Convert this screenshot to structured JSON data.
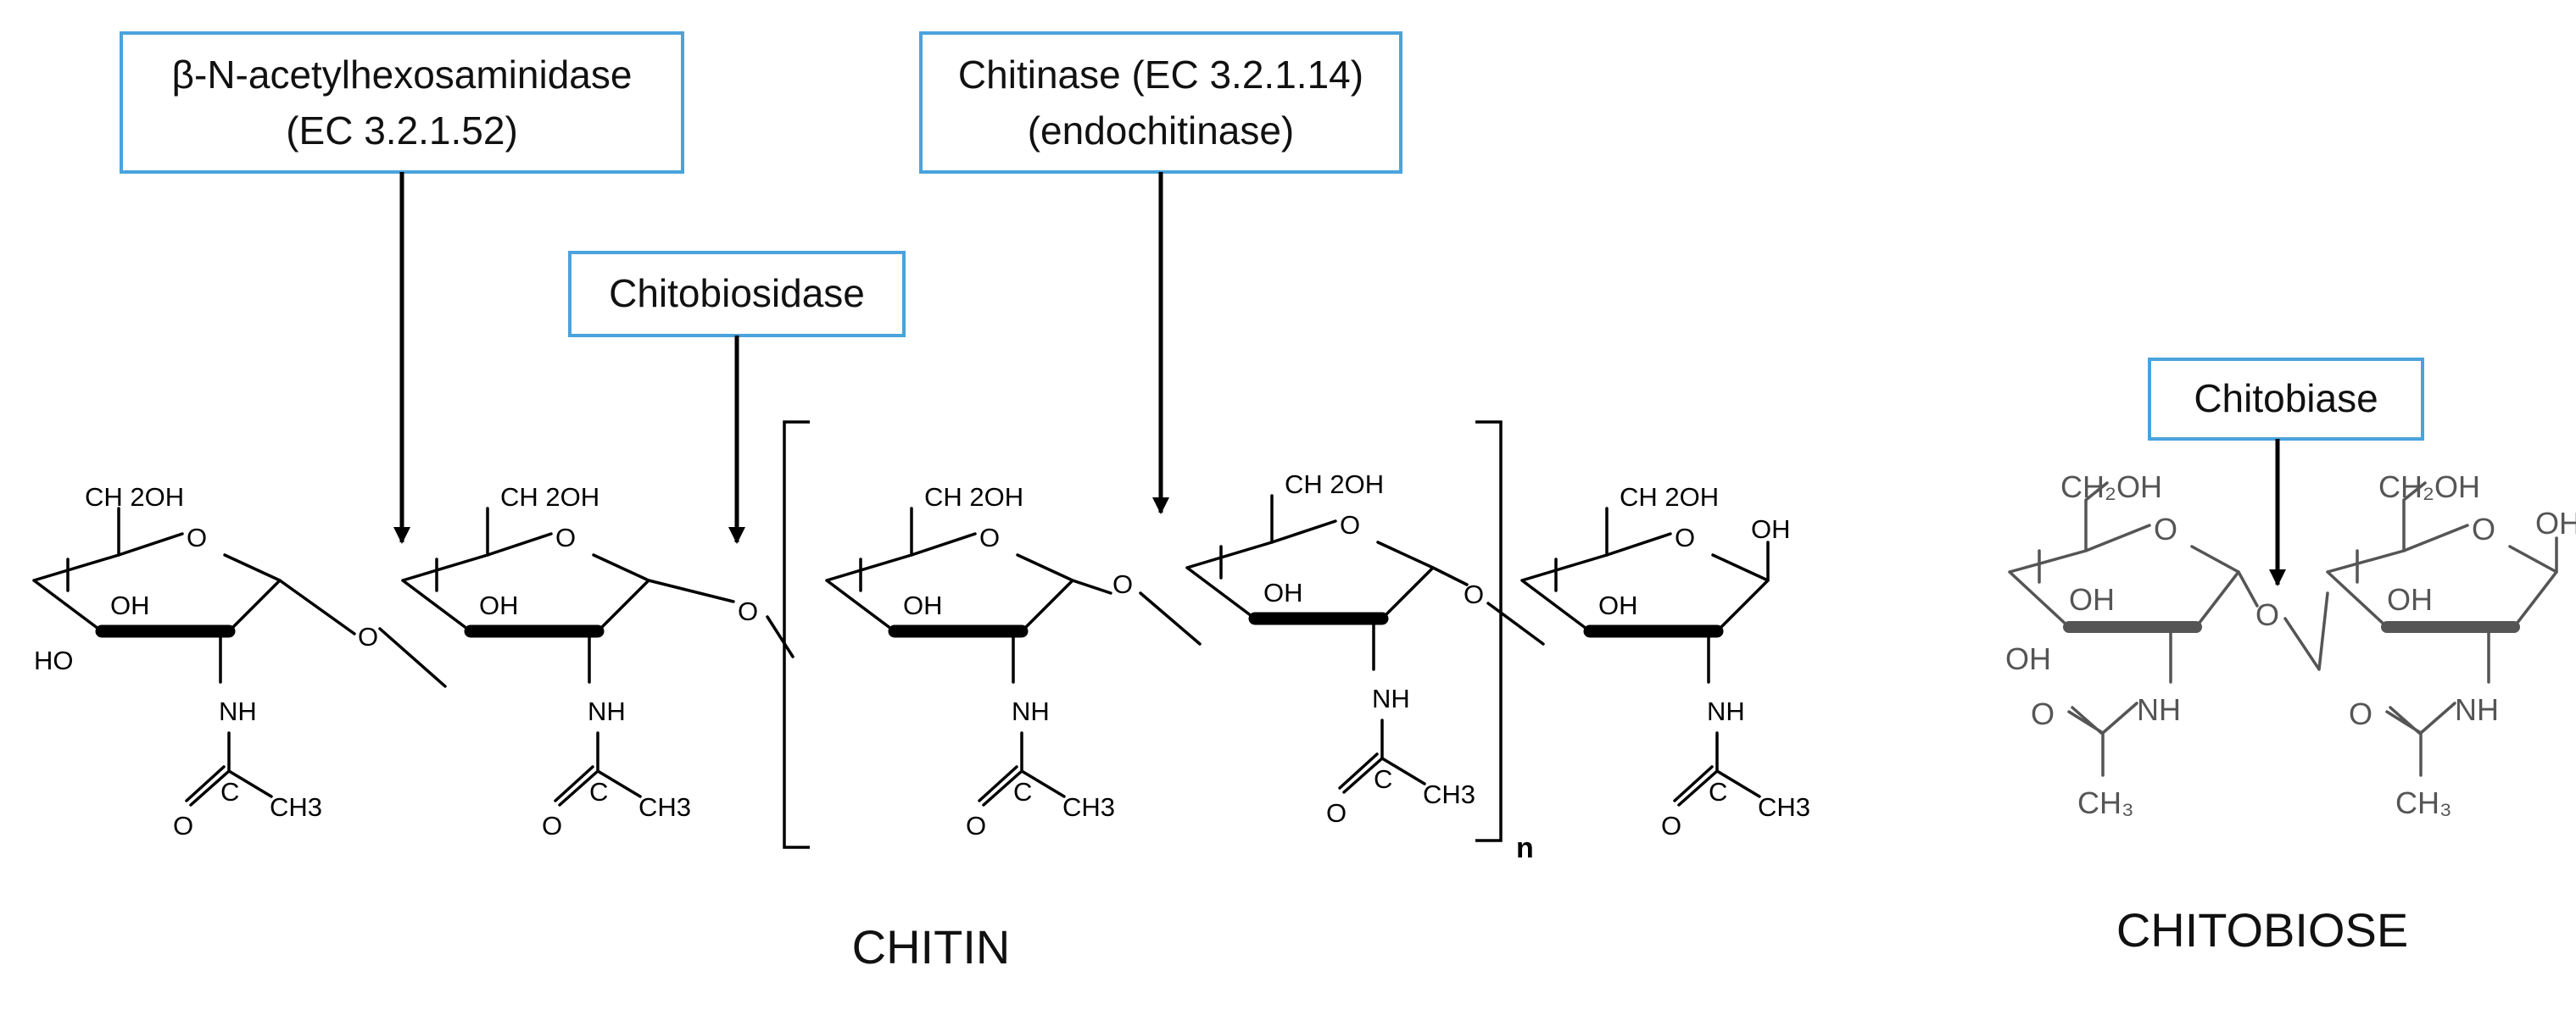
{
  "enzymes": {
    "hexosaminidase": {
      "line1": "β-N-acetylhexosaminidase",
      "line2": "(EC 3.2.1.52)"
    },
    "chitobiosidase": {
      "label": "Chitobiosidase"
    },
    "chitinase": {
      "line1": "Chitinase (EC 3.2.1.14)",
      "line2": "(endochitinase)"
    },
    "chitobiase": {
      "label": "Chitobiase"
    }
  },
  "atoms": {
    "ch2oh": "CH₂OH",
    "ch2oh_spaced": "CH 2OH",
    "oh": "OH",
    "ho": "HO",
    "o": "O",
    "nh": "NH",
    "c": "C",
    "ch3": "CH3",
    "ch3_sub": "CH₃"
  },
  "bracket_subscript": "n",
  "labels": {
    "chitin": "CHITIN",
    "chitobiose": "CHITOBIOSE"
  },
  "colors": {
    "box_border": "#4aa3dc",
    "chitin_ink": "#000000",
    "chitobiose_ink": "#555555"
  }
}
